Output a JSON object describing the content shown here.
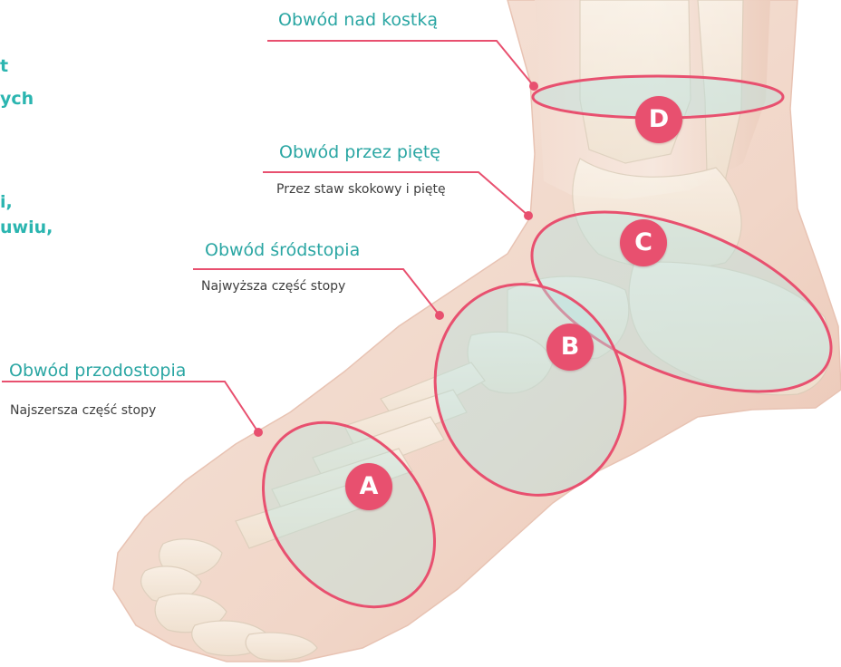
{
  "intro_lines": [
    "t",
    "ych",
    "i,",
    "uwiu,"
  ],
  "measurements": [
    {
      "id": "D",
      "title": "Obwód nad kostką",
      "subtitle": ""
    },
    {
      "id": "C",
      "title": "Obwód przez piętę",
      "subtitle": "Przez staw skokowy i piętę"
    },
    {
      "id": "B",
      "title": "Obwód śródstopia",
      "subtitle": "Najwyższa część stopy"
    },
    {
      "id": "A",
      "title": "Obwód przodostopia",
      "subtitle": "Najszersza część stopy"
    }
  ],
  "colors": {
    "accent_teal": "#2aa6a3",
    "marker_pink": "#e8506f",
    "ring_fill": "#b9e3df",
    "skin": "#f4ddd2"
  }
}
